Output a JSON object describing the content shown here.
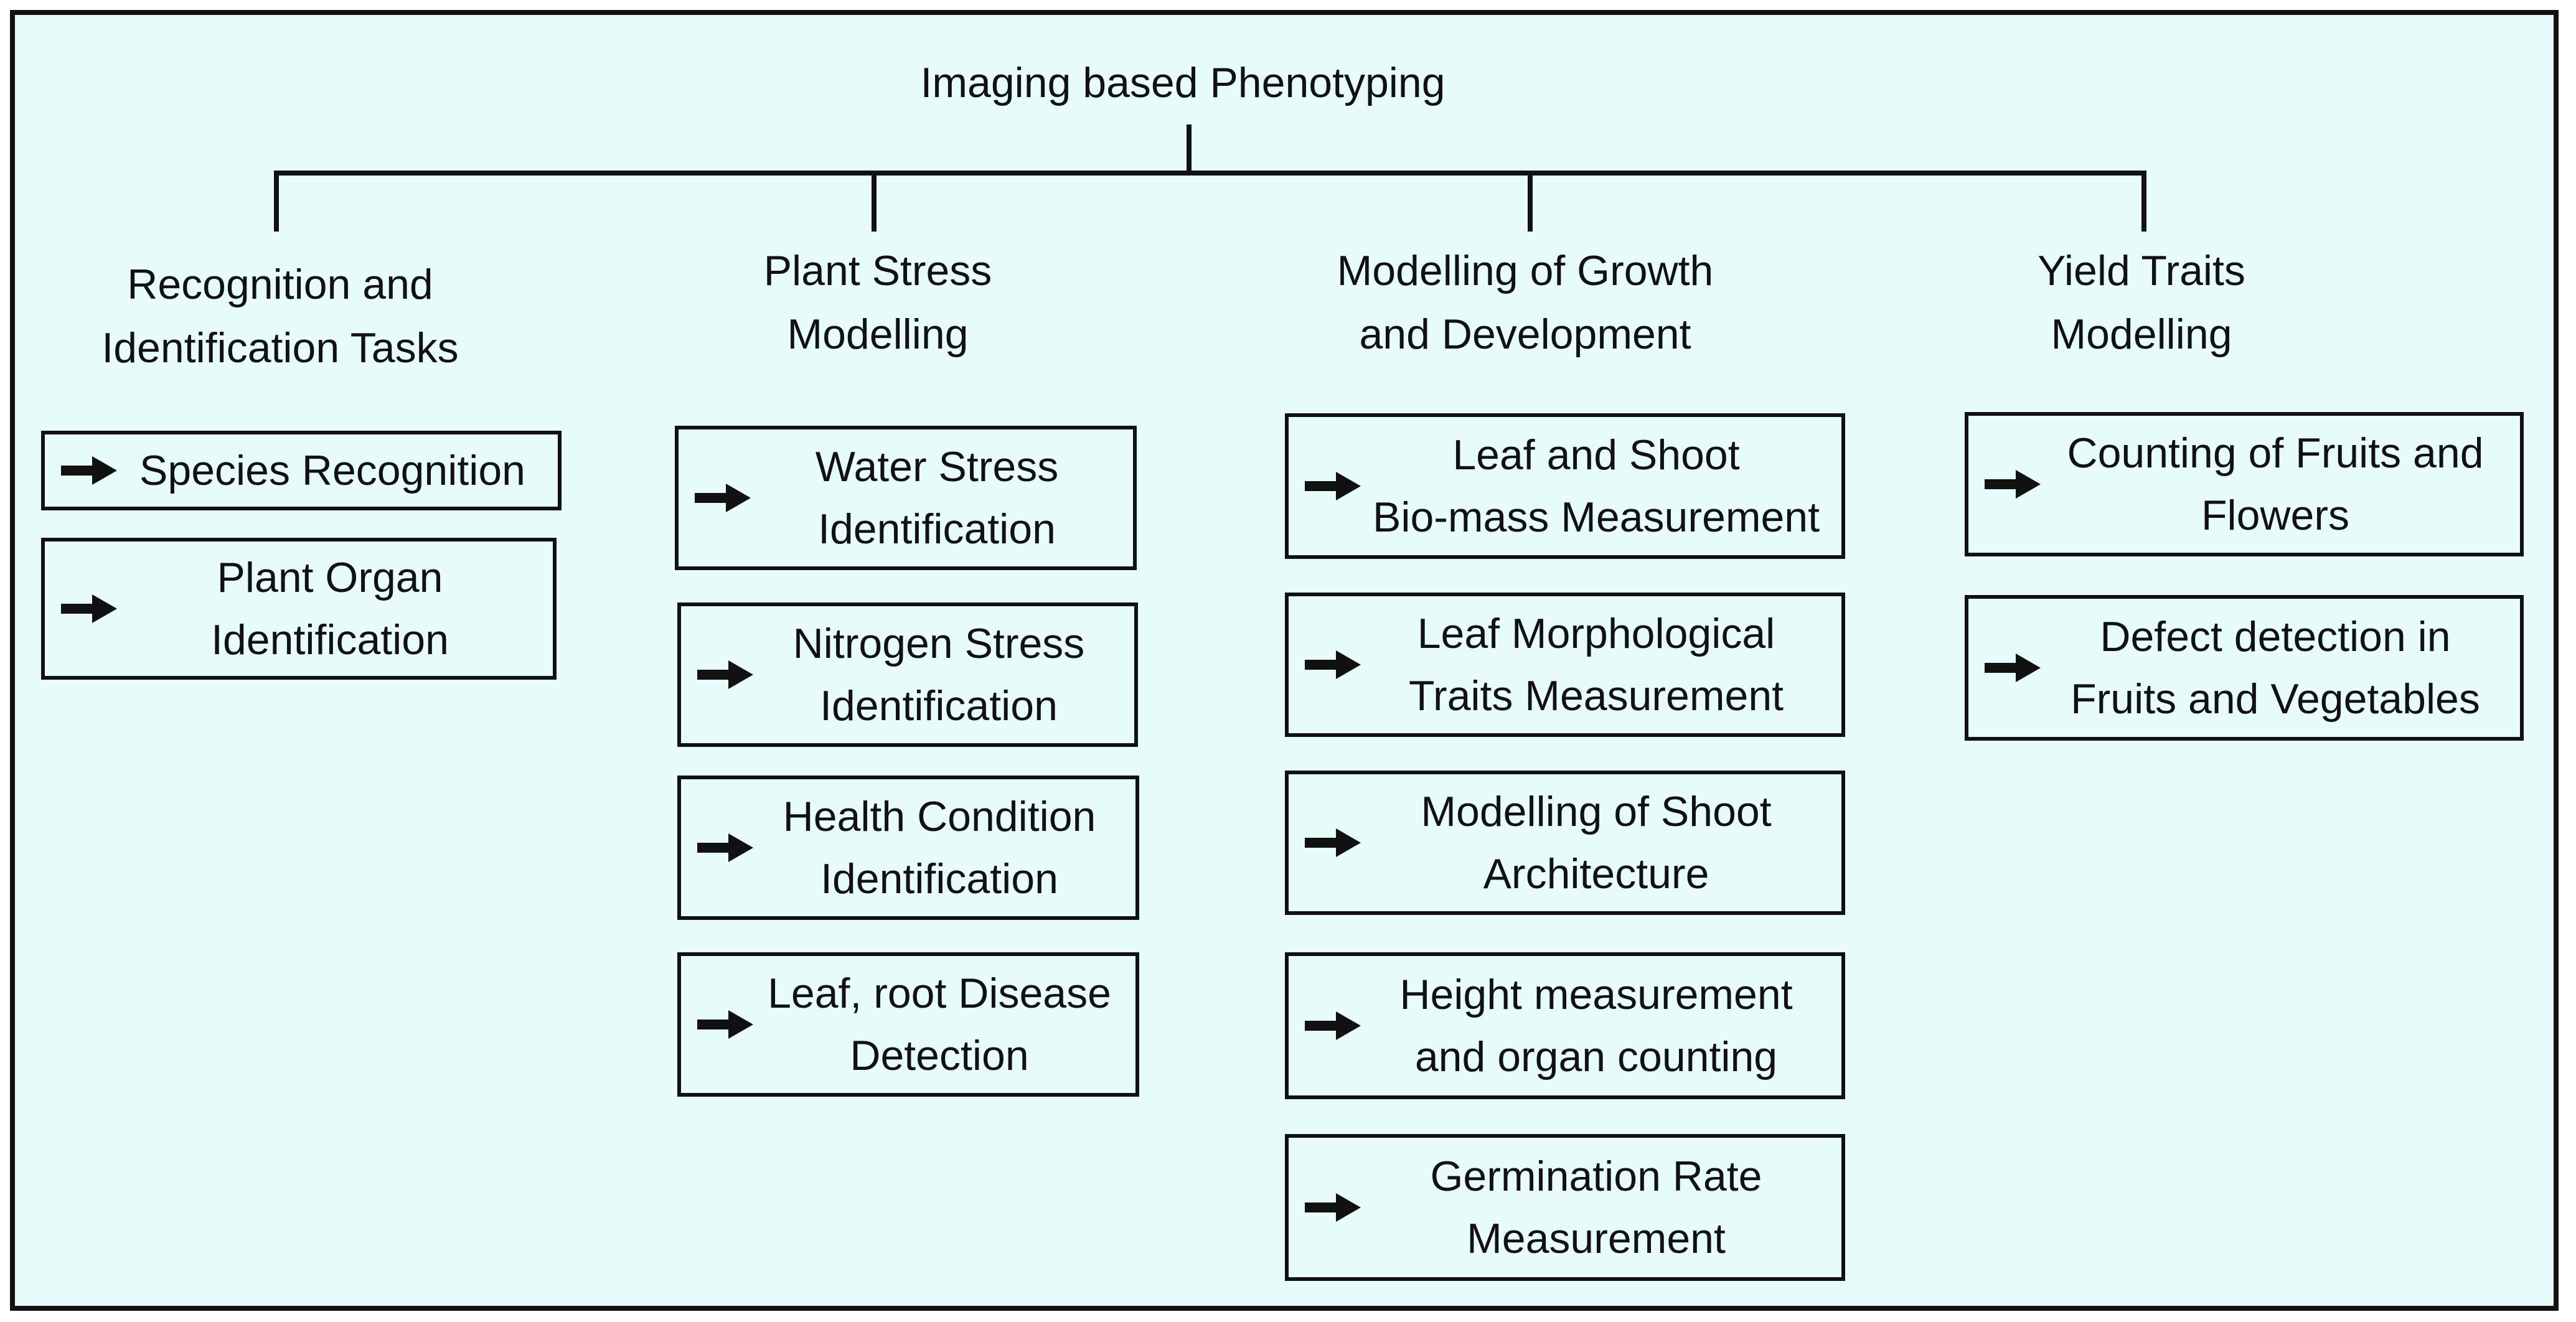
{
  "colors": {
    "background": "#e8fbfb",
    "stroke": "#111111"
  },
  "icons": {
    "bullet": "right-arrow-icon"
  },
  "title": "Imaging based Phenotyping",
  "columns": [
    {
      "heading": "Recognition and\nIdentification Tasks",
      "items": [
        "Species Recognition",
        "Plant Organ\nIdentification"
      ]
    },
    {
      "heading": "Plant Stress\nModelling",
      "items": [
        "Water Stress\nIdentification",
        "Nitrogen Stress\nIdentification",
        "Health Condition\nIdentification",
        "Leaf, root Disease\nDetection"
      ]
    },
    {
      "heading": "Modelling of Growth\nand Development",
      "items": [
        "Leaf and Shoot\nBio-mass Measurement",
        "Leaf Morphological\nTraits Measurement",
        "Modelling of Shoot\nArchitecture",
        "Height measurement\nand organ counting",
        "Germination Rate\nMeasurement"
      ]
    },
    {
      "heading": "Yield Traits\nModelling",
      "items": [
        "Counting of Fruits and\nFlowers",
        "Defect detection in\nFruits and Vegetables"
      ]
    }
  ]
}
